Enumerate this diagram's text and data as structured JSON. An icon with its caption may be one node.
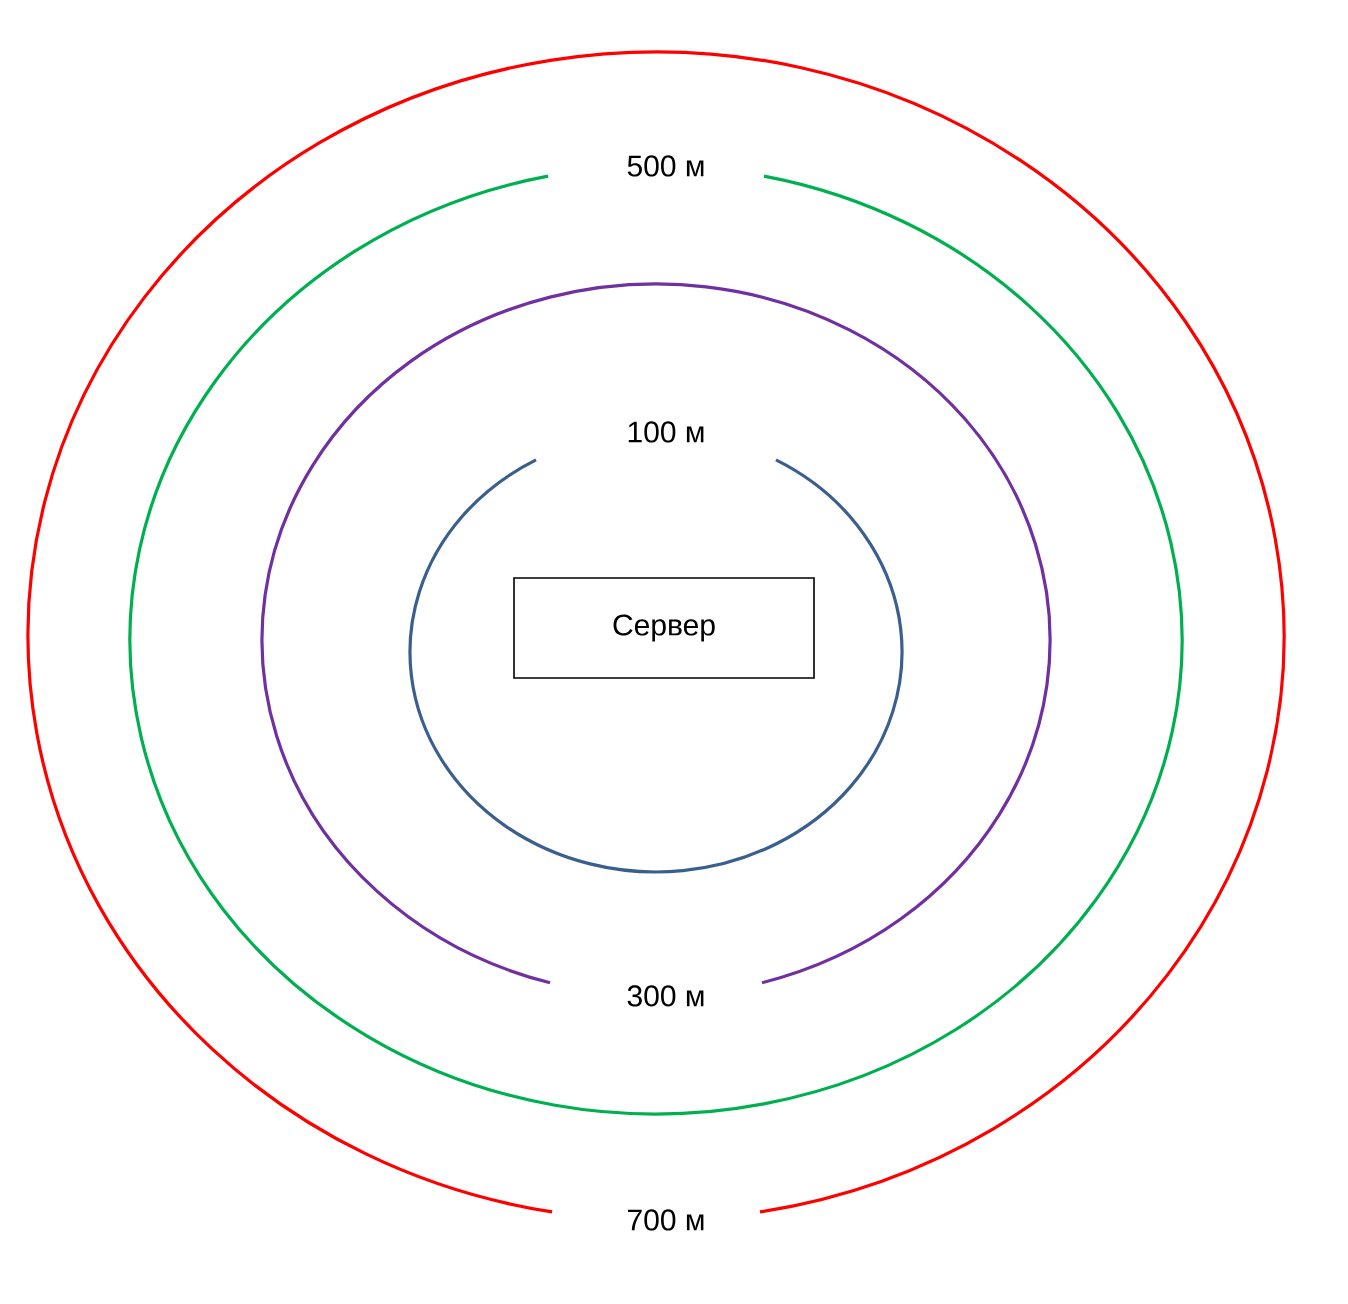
{
  "diagram": {
    "nodes": [
      {
        "text": [
          "700 м"
        ]
      },
      {
        "text": [
          "500 м"
        ],
        "in": 0
      },
      {
        "text": [
          "300 м"
        ],
        "in": 1
      },
      {
        "text": [
          "100 м"
        ],
        "in": 2
      },
      {
        "text": [
          "Сервер"
        ],
        "in": 3
      }
    ]
  }
}
